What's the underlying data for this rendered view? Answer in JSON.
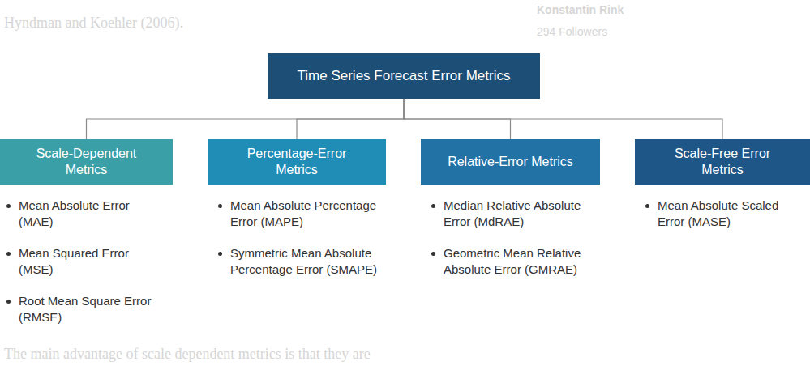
{
  "diagram": {
    "nodes": [
      {
        "text": [
          "Time Series Forecast Error Metrics"
        ]
      },
      {
        "text": [
          "Scale-Dependent Metrics"
        ]
      },
      {
        "text": [
          "Percentage-Error Metrics"
        ]
      },
      {
        "text": [
          "Relative-Error Metrics"
        ]
      },
      {
        "text": [
          "Scale-Free Error Metrics"
        ]
      }
    ],
    "edges": [
      {
        "from": 0,
        "to": 1,
        "arrow": "none"
      },
      {
        "from": 0,
        "to": 2,
        "arrow": "none"
      },
      {
        "from": 0,
        "to": 3,
        "arrow": "none"
      },
      {
        "from": 0,
        "to": 4,
        "arrow": "none"
      }
    ],
    "labels": [
      "Mean Absolute Error (MAE)",
      "Mean Squared Error (MSE)",
      "Root Mean Square Error (RMSE)",
      "Mean Absolute Percentage Error (MAPE)",
      "Symmetric Mean Absolute Percentage Error (SMAPE)",
      "Median Relative Absolute Error (MdRAE)",
      "Geometric Mean Relative Absolute Error (GMRAE)",
      "Mean Absolute Scaled Error (MASE)",
      "Hyndman and Koehler (2006).",
      "Konstantin Rink",
      "294 Followers",
      "The main advantage of scale dependent metrics is that they are"
    ]
  }
}
